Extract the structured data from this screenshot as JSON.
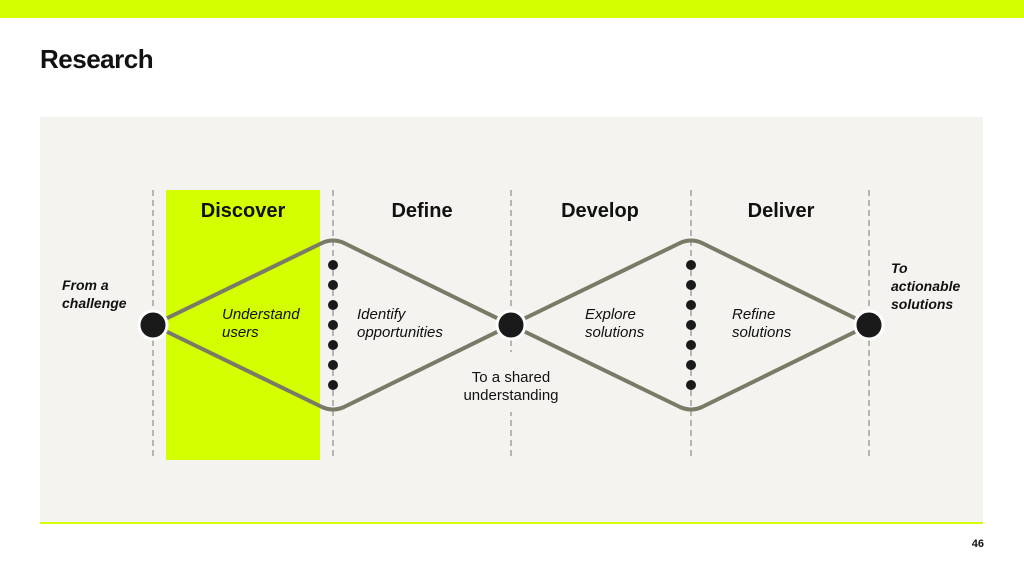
{
  "header": {
    "title": "Research"
  },
  "phases": [
    "Discover",
    "Define",
    "Develop",
    "Deliver"
  ],
  "activities": [
    "Understand users",
    "Identify opportunities",
    "Explore solutions",
    "Refine solutions"
  ],
  "start_label": "From a challenge",
  "mid_label": "To a shared understanding",
  "end_label": "To actionable solutions",
  "page_number": "46",
  "colors": {
    "accent": "#d4ff00",
    "line": "#7a7a66",
    "panel": "#f4f3f0"
  }
}
